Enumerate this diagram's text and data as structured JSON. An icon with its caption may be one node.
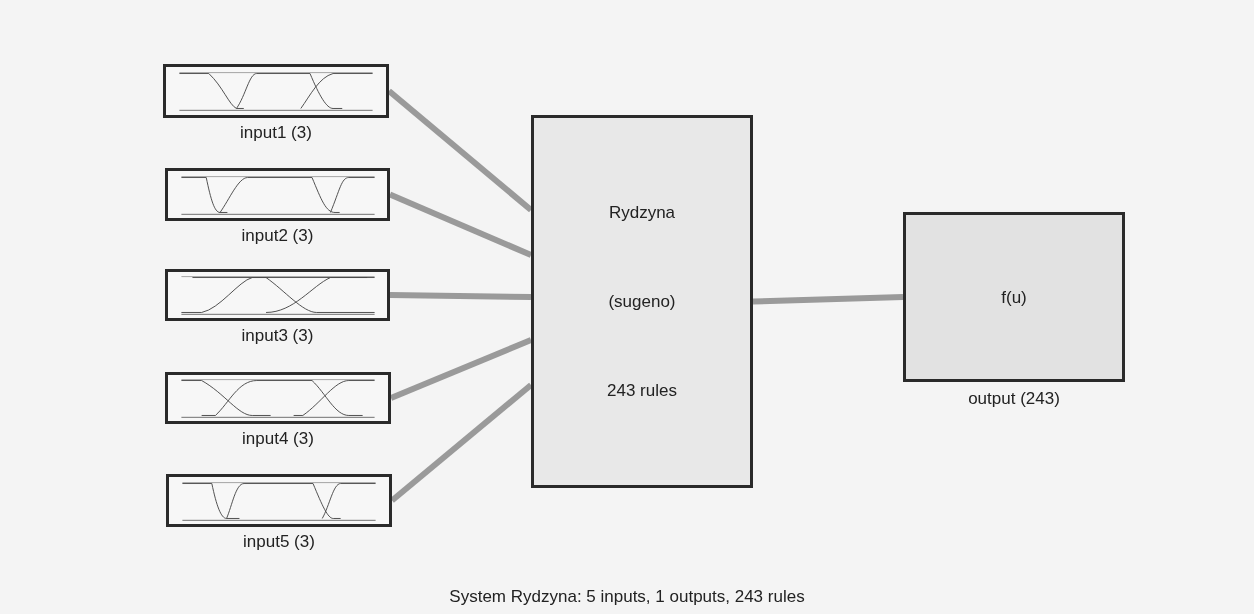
{
  "diagram": {
    "caption": "System Rydzyna: 5 inputs, 1 outputs, 243 rules",
    "nodes": [
      {
        "text": [
          "input1 (3)"
        ]
      },
      {
        "text": [
          "input2 (3)"
        ]
      },
      {
        "text": [
          "input3 (3)"
        ]
      },
      {
        "text": [
          "input4 (3)"
        ]
      },
      {
        "text": [
          "input5 (3)"
        ]
      },
      {
        "text": [
          "Rydzyna",
          "(sugeno)",
          "243 rules"
        ]
      },
      {
        "text": [
          "f(u)",
          "output (243)"
        ]
      }
    ],
    "edges": [
      {
        "from": 0,
        "to": 5,
        "arrow": "none"
      },
      {
        "from": 1,
        "to": 5,
        "arrow": "none"
      },
      {
        "from": 2,
        "to": 5,
        "arrow": "none"
      },
      {
        "from": 3,
        "to": 5,
        "arrow": "none"
      },
      {
        "from": 4,
        "to": 5,
        "arrow": "none"
      },
      {
        "from": 5,
        "to": 6,
        "arrow": "none"
      }
    ]
  }
}
